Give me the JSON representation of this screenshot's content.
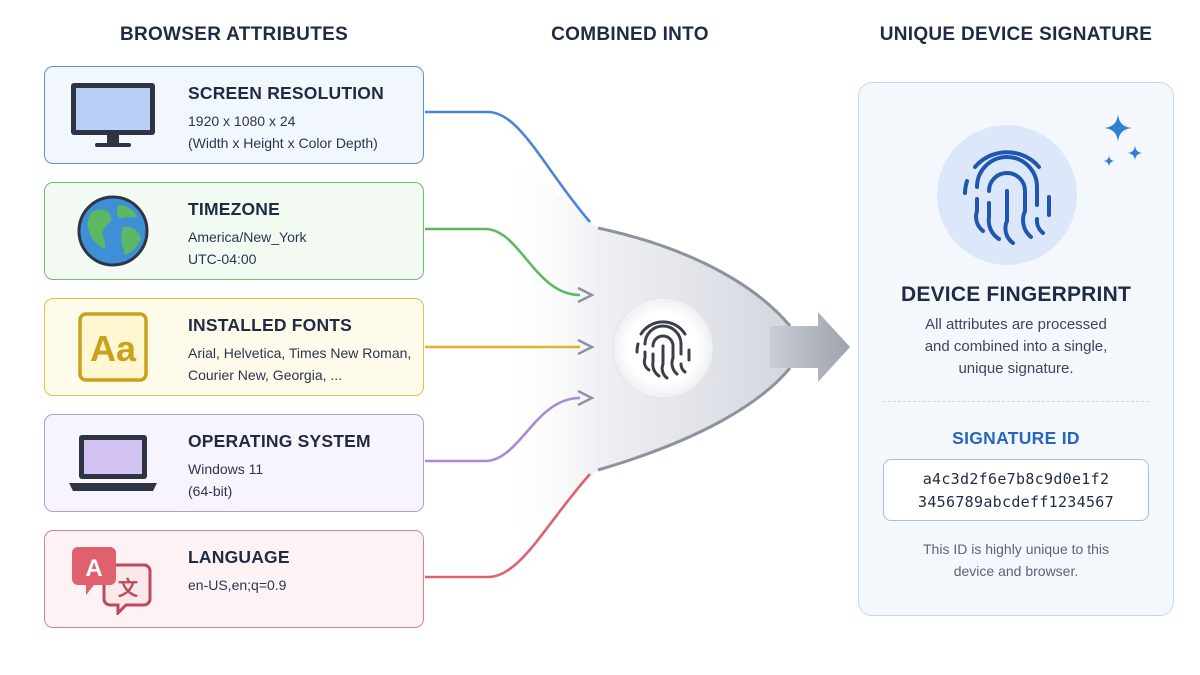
{
  "headers": {
    "left": "BROWSER ATTRIBUTES",
    "middle": "COMBINED INTO",
    "right": "UNIQUE DEVICE SIGNATURE"
  },
  "attributes": [
    {
      "title": "SCREEN RESOLUTION",
      "line1": "1920 x 1080 x 24",
      "line2": "(Width x Height x Color Depth)",
      "icon": "monitor-icon",
      "color": "#5b8fd6"
    },
    {
      "title": "TIMEZONE",
      "line1": "America/New_York",
      "line2": "UTC-04:00",
      "icon": "globe-icon",
      "color": "#6fbf73"
    },
    {
      "title": "INSTALLED FONTS",
      "line1": "Arial, Helvetica, Times New Roman,",
      "line2": "Courier New, Georgia, ...",
      "icon": "fonts-icon",
      "icon_text": "Aa",
      "color": "#e3c049"
    },
    {
      "title": "OPERATING SYSTEM",
      "line1": "Windows 11",
      "line2": "(64-bit)",
      "icon": "laptop-icon",
      "color": "#b59ad9"
    },
    {
      "title": "LANGUAGE",
      "line1": "en-US,en;q=0.9",
      "line2": "",
      "icon": "translate-icon",
      "icon_text_a": "A",
      "icon_text_b": "文",
      "color": "#e07f8c"
    }
  ],
  "result": {
    "title": "DEVICE FINGERPRINT",
    "description": [
      "All attributes are processed",
      "and combined into a single,",
      "unique signature."
    ],
    "signature_label": "SIGNATURE ID",
    "signature_lines": [
      "a4c3d2f6e7b8c9d0e1f2",
      "3456789abcdeff1234567"
    ],
    "footer": [
      "This ID is highly unique to this",
      "device and browser."
    ],
    "accent": "#2466c2"
  }
}
